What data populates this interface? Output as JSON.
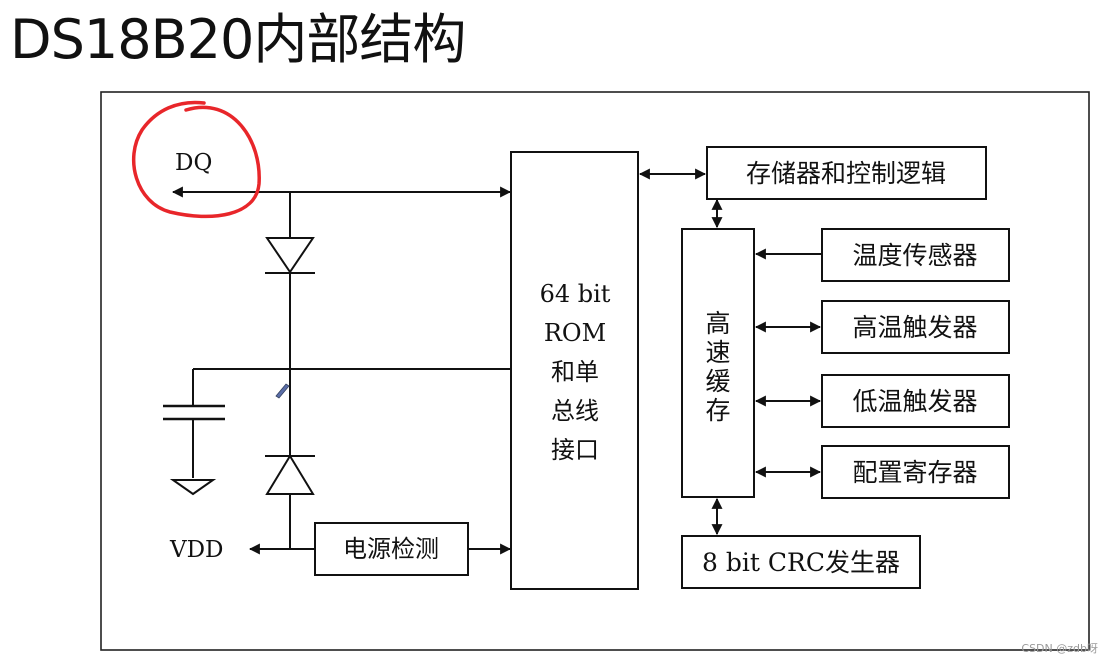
{
  "title": "DS18B20内部结构",
  "labels": {
    "dq": "DQ",
    "vdd": "VDD",
    "power_detect": "电源检测",
    "rom": [
      "64 bit",
      "ROM",
      "和单",
      "总线",
      "接口"
    ],
    "mem_ctrl": "存储器和控制逻辑",
    "cache": [
      "高",
      "速",
      "缓",
      "存"
    ],
    "temp_sensor": "温度传感器",
    "high_trigger": "高温触发器",
    "low_trigger": "低温触发器",
    "config_reg": "配置寄存器",
    "crc": "8 bit CRC发生器"
  },
  "watermark": "CSDN @zdb呀",
  "colors": {
    "highlight": "#e8262a",
    "line": "#111111"
  }
}
